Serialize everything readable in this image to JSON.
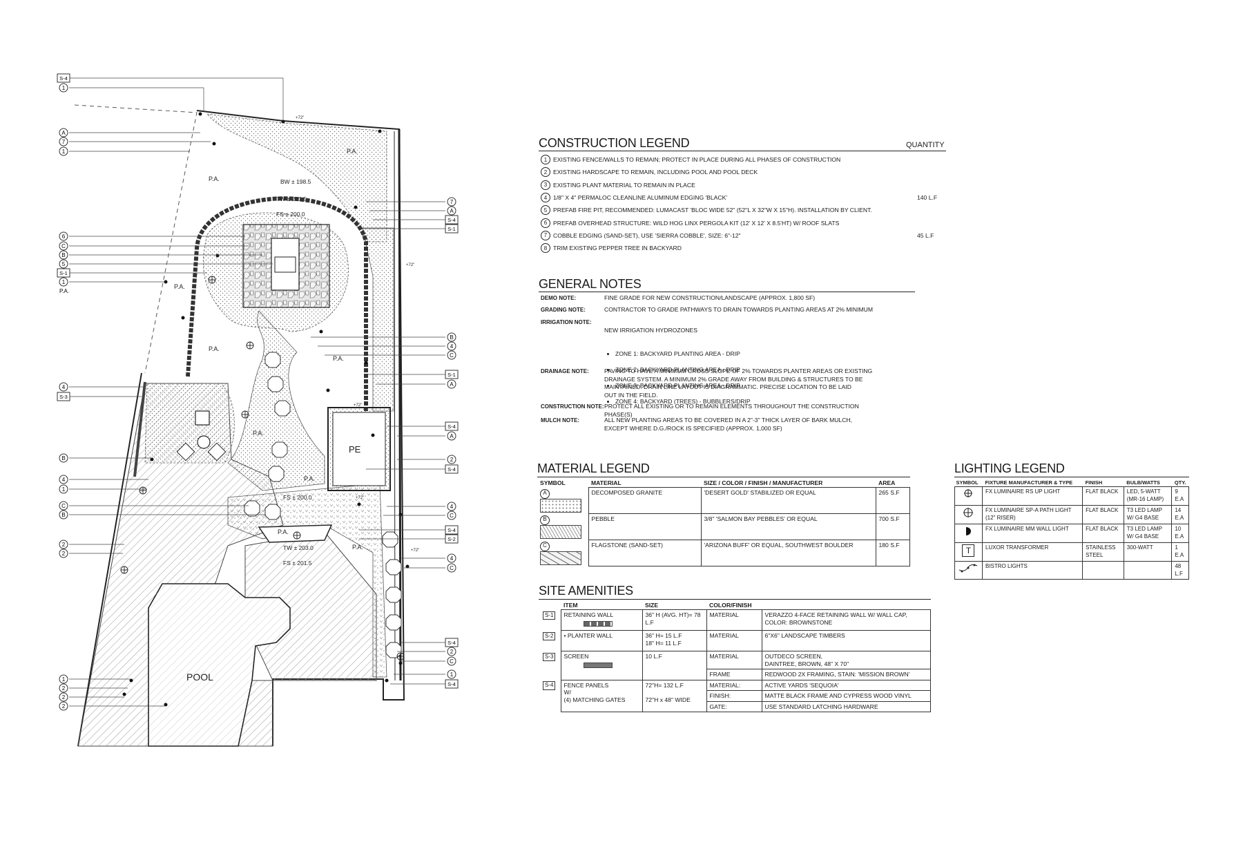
{
  "plan": {
    "pool_label": "POOL",
    "pe_label": "PE",
    "planting_area_label": "P.A.",
    "elevations": {
      "bw": "BW ± 198.5",
      "tw1": "TW ± 201.5",
      "fs1": "FS ± 200.0",
      "fs2": "FS ± 200.0",
      "tw2": "TW ± 203.0",
      "fs3": "FS ± 201.5"
    },
    "grade_notes": {
      "g1": "+72\"",
      "g2": "+72\"",
      "g3": "+72\"",
      "g4": "+72\"",
      "g5": "+72\""
    },
    "left_tags": [
      "S-4",
      "1",
      "A",
      "7",
      "1",
      "6",
      "C",
      "B",
      "5",
      "S-1",
      "1",
      "P.A.",
      "4",
      "S-3",
      "B",
      "4",
      "1",
      "C",
      "B",
      "2",
      "2",
      "1",
      "2",
      "2",
      "2"
    ],
    "right_tags": [
      "7",
      "A",
      "S-4",
      "S-1",
      "B",
      "4",
      "C",
      "S-1",
      "A",
      "S-4",
      "A",
      "2",
      "S-4",
      "4",
      "C",
      "S-4",
      "S-2",
      "4",
      "C",
      "S-4",
      "2",
      "C",
      "1",
      "S-4"
    ]
  },
  "construction_legend": {
    "title": "CONSTRUCTION LEGEND",
    "quantity_header": "QUANTITY",
    "items": [
      {
        "num": "1",
        "text": "EXISTING  FENCE/WALLS TO REMAIN; PROTECT IN PLACE DURING ALL PHASES OF CONSTRUCTION",
        "qty": ""
      },
      {
        "num": "2",
        "text": "EXISTING HARDSCAPE TO REMAIN, INCLUDING POOL AND POOL DECK",
        "qty": ""
      },
      {
        "num": "3",
        "text": "EXISTING PLANT MATERIAL TO REMAIN IN PLACE",
        "qty": ""
      },
      {
        "num": "4",
        "text": "1/8\" X 4\" PERMALOC CLEANLINE ALUMINUM  EDGING 'BLACK'",
        "qty": "140 L.F"
      },
      {
        "num": "5",
        "text": "PREFAB FIRE PIT, RECOMMENDED: LUMACAST 'BLOC WIDE 52\" (52\"L X 32\"W X 15\"H). INSTALLATION BY CLIENT.",
        "qty": ""
      },
      {
        "num": "6",
        "text": "PREFAB OVERHEAD STRUCTURE: WILD HOG LINX PERGOLA KIT (12' X 12' X 8.5'HT) W/ ROOF SLATS",
        "qty": ""
      },
      {
        "num": "7",
        "text": "COBBLE EDGING (SAND-SET), USE 'SIERRA COBBLE', SIZE: 6\"-12\"",
        "qty": "45 L.F"
      },
      {
        "num": "8",
        "text": "TRIM EXISTING PEPPER TREE IN BACKYARD",
        "qty": ""
      }
    ]
  },
  "general_notes": {
    "title": "GENERAL NOTES",
    "demo_label": "DEMO NOTE:",
    "demo_text": "FINE GRADE FOR NEW CONSTRUCTION/LANDSCAPE (APPROX. 1,800 SF)",
    "grading_label": "GRADING NOTE:",
    "grading_text": "CONTRACTOR TO GRADE PATHWAYS TO DRAIN TOWARDS PLANTING AREAS AT 2% MINIMUM",
    "irrigation_label": "IRRIGATION NOTE:",
    "irrigation_text": "NEW IRRIGATION HYDROZONES",
    "irrigation_zones": [
      "ZONE 1: BACKYARD PLANTING AREA - DRIP",
      "ZONE 2: BACKYARD PLANTING AREA - DRIP",
      "ZONE 3: BACKYARD PLANTING AREA - DRIP",
      "ZONE 4: BACKYARD (TREES) - BUBBLERS/DRIP"
    ],
    "drainage_label": "DRAINAGE NOTE:",
    "drainage_text": "PAVING TO HAVE A MINIMUM CROSS SLOPE OF 2% TOWARDS PLANTER AREAS OR EXISTING\nDRAINAGE SYSTEM.  A MINIMUM 2% GRADE AWAY FROM BUILDING & STRUCTURES TO BE\nMAINTAINED. DRAIN LINE LAYOUT IS DIAGRAMMATIC.  PRECISE LOCATION TO BE LAID\nOUT IN THE FIELD.",
    "construction_label": "CONSTRUCTION NOTE:",
    "construction_text": "PROTECT ALL EXISTING OR TO REMAIN ELEMENTS THROUGHOUT THE CONSTRUCTION PHASE(S)",
    "mulch_label": "MULCH NOTE:",
    "mulch_text": "ALL NEW PLANTING AREAS TO BE COVERED IN A  2\"-3\" THICK LAYER OF BARK MULCH,\nEXCEPT WHERE D.G./ROCK IS SPECIFIED (APPROX. 1,000 SF)"
  },
  "material_legend": {
    "title": "MATERIAL LEGEND",
    "headers": {
      "symbol": "SYMBOL",
      "material": "MATERIAL",
      "size": "SIZE / COLOR / FINISH / MANUFACTURER",
      "area": "AREA"
    },
    "rows": [
      {
        "tag": "A",
        "material": "DECOMPOSED GRANITE",
        "size": "'DESERT GOLD' STABILIZED OR EQUAL",
        "area": "265 S.F"
      },
      {
        "tag": "B",
        "material": "PEBBLE",
        "size": "3/8\" 'SALMON BAY PEBBLES' OR EQUAL",
        "area": "700 S.F"
      },
      {
        "tag": "C",
        "material": "FLAGSTONE (SAND-SET)",
        "size": "'ARIZONA BUFF' OR EQUAL, SOUTHWEST BOULDER",
        "area": "180 S.F"
      }
    ]
  },
  "lighting_legend": {
    "title": "LIGHTING LEGEND",
    "headers": {
      "symbol": "SYMBOL",
      "fixture": "FIXTURE MANUFACTURER & TYPE",
      "finish": "FINISH",
      "bulb": "BULB/WATTS",
      "qty": "QTY."
    },
    "rows": [
      {
        "icon": "up-light-icon",
        "fixture": "FX LUMINAIRE RS UP LIGHT",
        "finish": "FLAT BLACK",
        "bulb": "LED, 5-WATT (MR-16 LAMP)",
        "qty": "9 E.A"
      },
      {
        "icon": "path-light-icon",
        "fixture": "FX LUMINAIRE SP-A PATH LIGHT (12\" RISER)",
        "finish": "FLAT BLACK",
        "bulb": "T3 LED LAMP W/ G4 BASE",
        "qty": "14 E.A"
      },
      {
        "icon": "wall-light-icon",
        "fixture": "FX LUMINAIRE MM WALL LIGHT",
        "finish": "FLAT BLACK",
        "bulb": "T3 LED LAMP W/ G4 BASE",
        "qty": "10 E.A"
      },
      {
        "icon": "transformer-icon",
        "fixture": "LUXOR TRANSFORMER",
        "finish": "STAINLESS STEEL",
        "bulb": "300-WATT",
        "qty": "1 E.A"
      },
      {
        "icon": "bistro-lights-icon",
        "fixture": "BISTRO LIGHTS",
        "finish": "",
        "bulb": "",
        "qty": "48 L.F"
      }
    ],
    "transformer_symbol": "T"
  },
  "site_amenities": {
    "title": "SITE AMENITIES",
    "headers": {
      "item": "ITEM",
      "size": "SIZE",
      "color": "COLOR/FINISH"
    },
    "rows": [
      {
        "tag": "S-1",
        "item": "RETAINING WALL",
        "size": "36\" H (AVG. HT)= 78 L.F",
        "k1": "MATERIAL",
        "v1": "VERAZZO 4-FACE RETAINING WALL W/ WALL CAP,\n COLOR: BROWNSTONE"
      },
      {
        "tag": "S-2",
        "item": "• PLANTER WALL",
        "size": "36\" H= 15 L.F\n18\" H= 11 L.F",
        "k1": "MATERIAL",
        "v1": "6\"X6\" LANDSCAPE TIMBERS"
      },
      {
        "tag": "S-3",
        "item": "SCREEN",
        "size": "10 L.F",
        "k1": "MATERIAL",
        "v1": "OUTDECO SCREEN,\nDAINTREE, BROWN, 48\" X 70\"",
        "k2": "FRAME",
        "v2": "REDWOOD 2X FRAMING, STAIN: 'MISSION BROWN'"
      },
      {
        "tag": "S-4",
        "item": "FENCE PANELS\nW/\n(4) MATCHING GATES",
        "size": "72\"H= 132 L.F\n\n72\"H x 48\" WIDE",
        "k1": "MATERIAL:",
        "v1": "ACTIVE YARDS 'SEQUOIA'",
        "k2": "FINISH:",
        "v2": "MATTE BLACK FRAME AND CYPRESS WOOD VINYL",
        "k3": "GATE:",
        "v3": "USE STANDARD LATCHING HARDWARE"
      }
    ]
  }
}
